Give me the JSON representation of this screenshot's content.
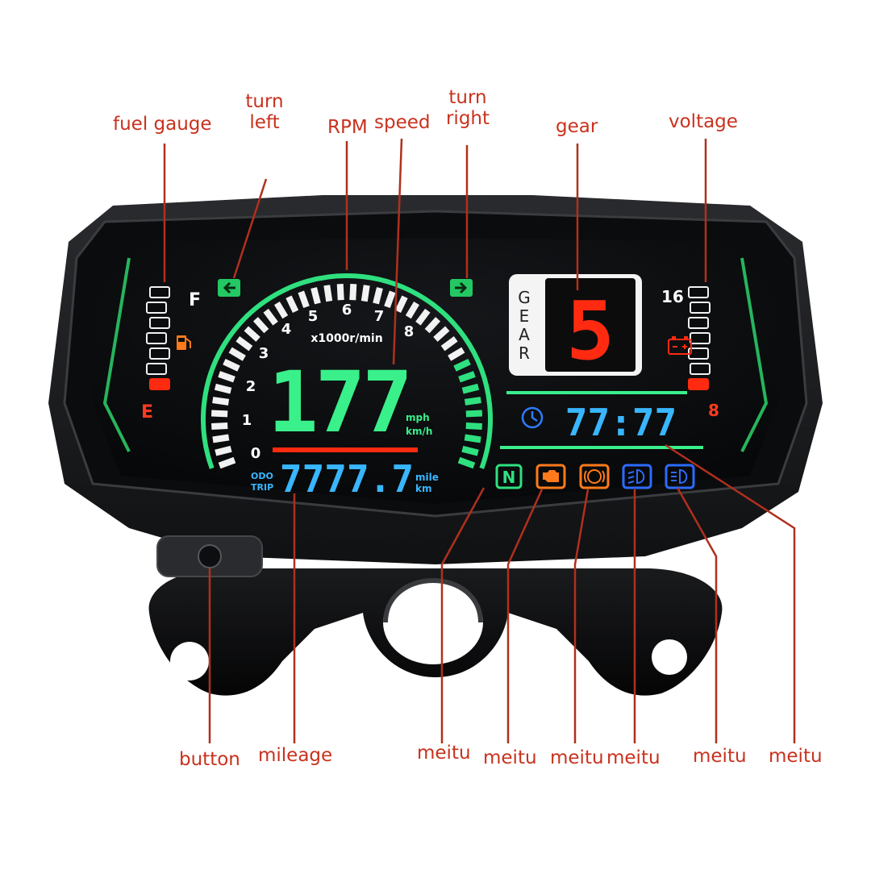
{
  "labels": {
    "fuel_gauge": "fuel gauge",
    "turn_left": [
      "turn",
      "left"
    ],
    "rpm": "RPM",
    "speed": "speed",
    "turn_right": [
      "turn",
      "right"
    ],
    "gear": "gear",
    "voltage": "voltage",
    "button": "button",
    "mileage": "mileage",
    "meitu_1": "meitu",
    "meitu_2": "meitu",
    "meitu_3": "meitu",
    "meitu_4": "meitu",
    "meitu_5": "meitu",
    "meitu_6": "meitu"
  },
  "dashboard": {
    "fuel_full": "F",
    "fuel_empty": "E",
    "rpm_ticks": [
      "0",
      "1",
      "2",
      "3",
      "4",
      "5",
      "6",
      "7",
      "8"
    ],
    "rpm_unit": "x1000r/min",
    "speed_value": "177",
    "speed_unit_top": "mph",
    "speed_unit_bottom": "km/h",
    "gear_word": [
      "G",
      "E",
      "A",
      "R"
    ],
    "gear_value": "5",
    "voltage_max": "16",
    "voltage_min": "8",
    "clock_value": "77:77",
    "odo_label": "ODO",
    "trip_label": "TRIP",
    "mileage_value": "7777.7",
    "mileage_unit_top": "mile",
    "mileage_unit_bottom": "km",
    "neutral_indicator": "N"
  },
  "colors": {
    "label": "#c8321e",
    "green": "#33e07a",
    "blue": "#38b6ff",
    "red": "#ff2a10",
    "amber": "#ff7a1a",
    "indicator_blue": "#2d6bff",
    "housing": "#1c1d1f"
  }
}
